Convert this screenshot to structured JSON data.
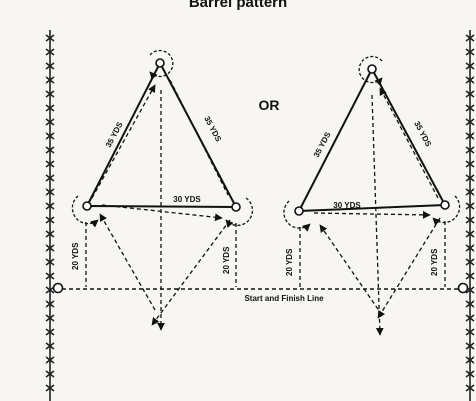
{
  "diagram": {
    "title": "Barrel pattern",
    "separator": "OR",
    "start_finish_label": "Start and Finish Line",
    "left_pattern": {
      "side_left": "35 YDS",
      "side_right": "35 YDS",
      "base": "30 YDS",
      "to_line_left": "20 YDS",
      "to_line_right": "20 YDS"
    },
    "right_pattern": {
      "side_left": "35 YDS",
      "side_right": "35 YDS",
      "base": "30 YDS",
      "to_line_left": "20 YDS",
      "to_line_right": "20 YDS"
    }
  }
}
